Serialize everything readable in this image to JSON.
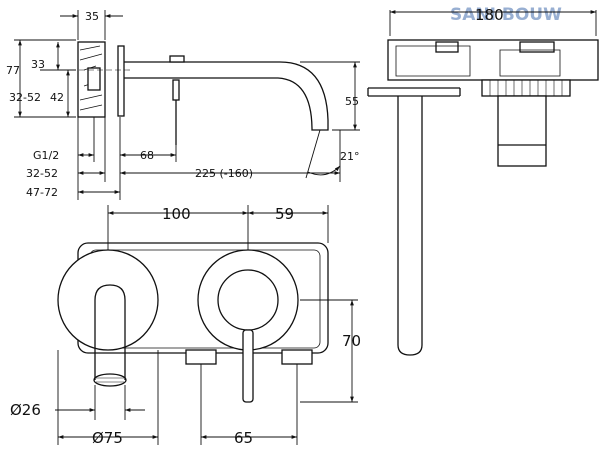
{
  "watermark": {
    "text": "SANI BOUW",
    "color": "#7f9cc7"
  },
  "colors": {
    "line": "#111111",
    "background": "#ffffff"
  },
  "side_view": {
    "dims": {
      "d35": "35",
      "d77": "77",
      "d33": "33",
      "d42": "42",
      "d32_52": "32-52",
      "d55": "55",
      "g12": "G1/2",
      "d68": "68",
      "d225": "225 (-160)",
      "d47_72": "47-72",
      "angle": "21°"
    }
  },
  "end_view": {
    "dims": {
      "d180": "180"
    }
  },
  "front_view": {
    "dims": {
      "d100": "100",
      "d59": "59",
      "d70": "70",
      "dia26": "Ø26",
      "dia75": "Ø75",
      "d65": "65"
    }
  }
}
